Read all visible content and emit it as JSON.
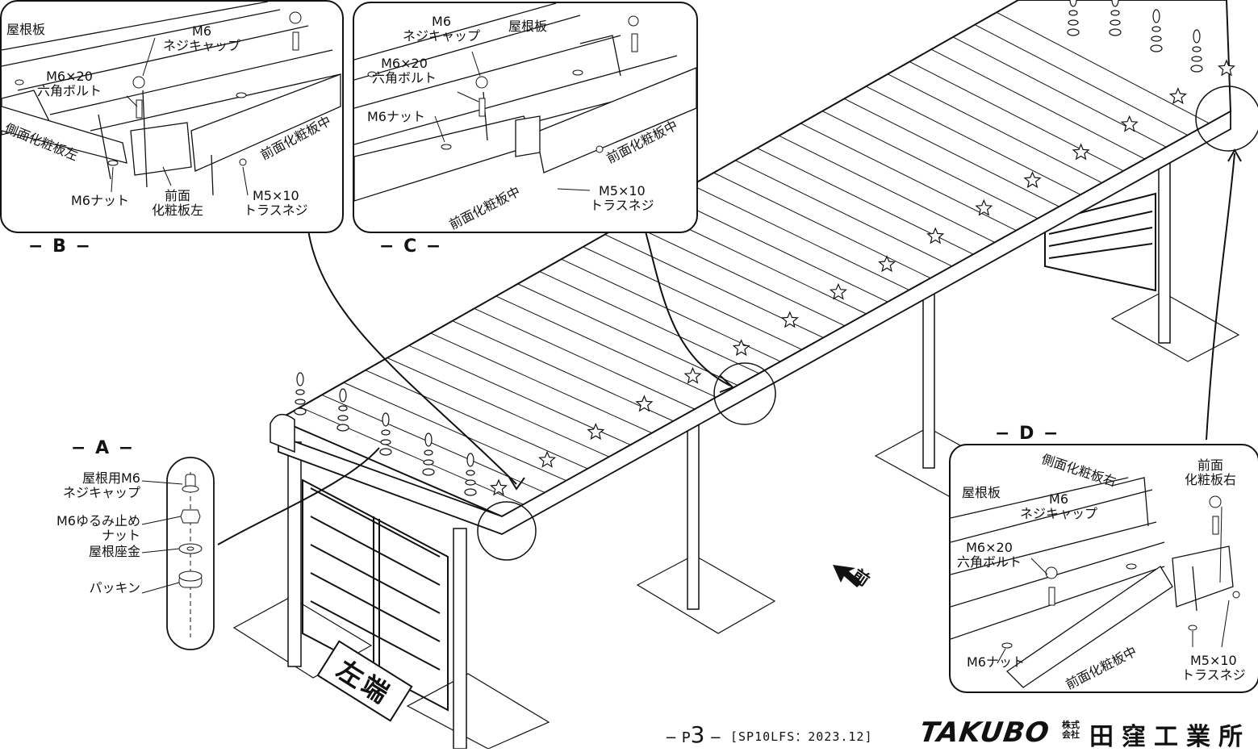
{
  "detail_a": {
    "title": "− A −",
    "parts": [
      "屋根用M6\nネジキャップ",
      "M6ゆるみ止め\nナット",
      "屋根座金",
      "パッキン"
    ]
  },
  "detail_b": {
    "title": "− B −",
    "roof_panel": "屋根板",
    "cap": "M6\nネジキャップ",
    "bolt": "M6×20\n六角ボルト",
    "side_panel": "側面化粧板左",
    "nut": "M6ナット",
    "front_panel_left": "前面\n化粧板左",
    "front_panel_mid": "前面化粧板中",
    "screw": "M5×10\nトラスネジ"
  },
  "detail_c": {
    "title": "− C −",
    "cap": "M6\nネジキャップ",
    "roof_panel": "屋根板",
    "bolt": "M6×20\n六角ボルト",
    "nut": "M6ナット",
    "front_panel_mid_1": "前面化粧板中",
    "front_panel_mid_2": "前面化粧板中",
    "screw": "M5×10\nトラスネジ"
  },
  "detail_d": {
    "title": "− D −",
    "side_panel": "側面化粧板右",
    "front_panel_right": "前面\n化粧板右",
    "roof_panel": "屋根板",
    "cap": "M6\nネジキャップ",
    "bolt": "M6×20\n六角ボルト",
    "nut": "M6ナット",
    "front_panel_mid": "前面化粧板中",
    "screw": "M5×10\nトラスネジ"
  },
  "front_label": "前",
  "left_end_label": "左端",
  "footer": {
    "page_prefix": "− P",
    "page_number": "3",
    "page_suffix": " −",
    "code": "[SP10LFS：2023.12]",
    "brand": "TAKUBO",
    "company_type": "株式\n会社",
    "company_name": "田窪工業所"
  },
  "colors": {
    "line": "#111111",
    "background": "#ffffff"
  }
}
